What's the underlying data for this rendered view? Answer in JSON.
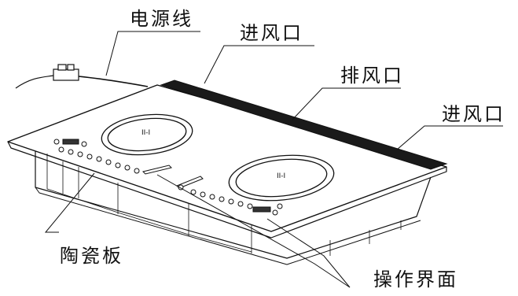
{
  "labels": {
    "power_cord": "电源线",
    "air_inlet_top": "进风口",
    "exhaust_vent": "排风口",
    "air_inlet_right": "进风口",
    "ceramic_plate": "陶瓷板",
    "control_panel": "操作界面"
  },
  "burner_marks": {
    "left": "II-I",
    "right": "II-I"
  },
  "colors": {
    "line": "#111111",
    "vent": "#1a1a1a",
    "background": "#ffffff"
  }
}
